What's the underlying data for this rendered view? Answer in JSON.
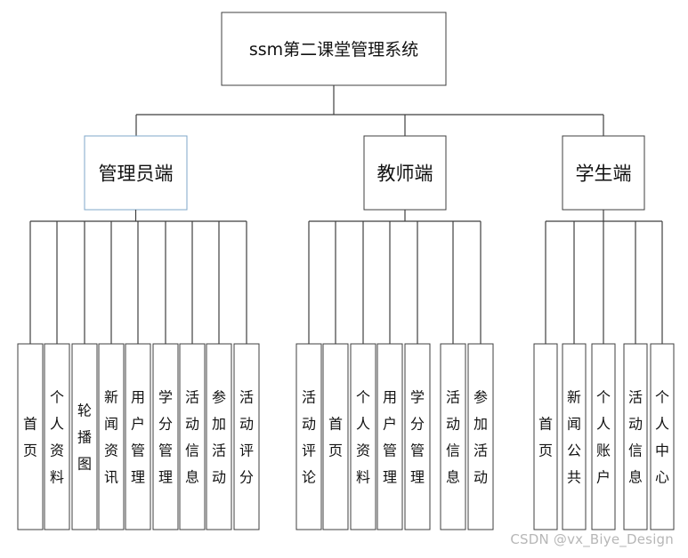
{
  "root": {
    "label": "ssm第二课堂管理系统"
  },
  "branches": [
    {
      "label": "管理员端",
      "selected": true,
      "children": [
        "首页",
        "个人资料",
        "轮播图",
        "新闻资讯",
        "用户管理",
        "学分管理",
        "活动信息",
        "参加活动",
        "活动评分"
      ]
    },
    {
      "label": "教师端",
      "selected": false,
      "children": [
        "活动评论",
        "首页",
        "个人资料",
        "用户管理",
        "学分管理",
        "活动信息",
        "参加活动"
      ]
    },
    {
      "label": "学生端",
      "selected": false,
      "children": [
        "首页",
        "新闻公共",
        "个人账户",
        "活动信息",
        "个人中心"
      ]
    }
  ],
  "watermark": "CSDN @vx_Biye_Design",
  "colors": {
    "line": "#3f3f3f",
    "selected_border": "#7fa7c9",
    "watermark": "#b7b7b7"
  }
}
